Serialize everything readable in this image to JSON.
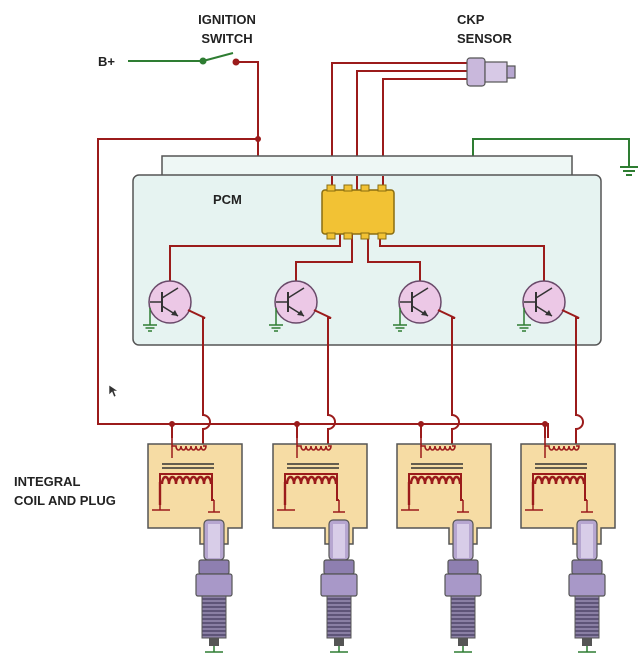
{
  "labels": {
    "battery": "B+",
    "ignition_line1": "IGNITION",
    "ignition_line2": "SWITCH",
    "ckp_line1": "CKP",
    "ckp_line2": "SENSOR",
    "pcm": "PCM",
    "coil_line1": "INTEGRAL",
    "coil_line2": "COIL AND PLUG"
  },
  "components": {
    "driver_transistor_count": 4,
    "coil_plug_count": 4
  },
  "colors": {
    "wire_red": "#9b1b1b",
    "wire_green": "#2e7d32",
    "pcm_fill": "#e6f3f1",
    "pcm_stroke": "#555555",
    "chip_fill": "#f2c234",
    "transistor_fill": "#ecc8e6",
    "coil_fill": "#f6dca4",
    "plug_fill": "#b6a6d0",
    "ground_green": "#2e7d32"
  }
}
